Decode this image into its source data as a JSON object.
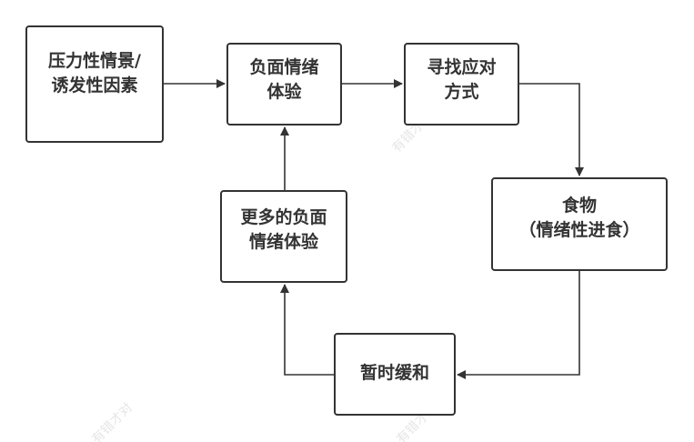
{
  "colors": {
    "stroke": "#333333",
    "text": "#333333",
    "background": "#ffffff"
  },
  "nodes": {
    "stress": {
      "lines": [
        "压力性情景/",
        "诱发性因素"
      ]
    },
    "negative": {
      "lines": [
        "负面情绪",
        "体验"
      ]
    },
    "coping": {
      "lines": [
        "寻找应对",
        "方式"
      ]
    },
    "food": {
      "lines": [
        "食物",
        "（情绪性进食）"
      ]
    },
    "relief": {
      "lines": [
        "暂时缓和"
      ]
    },
    "more_negative": {
      "lines": [
        "更多的负面",
        "情绪体验"
      ]
    }
  },
  "edges": [
    {
      "from": "stress",
      "to": "negative"
    },
    {
      "from": "negative",
      "to": "coping"
    },
    {
      "from": "coping",
      "to": "food"
    },
    {
      "from": "food",
      "to": "relief"
    },
    {
      "from": "relief",
      "to": "more_negative"
    },
    {
      "from": "more_negative",
      "to": "negative"
    }
  ],
  "watermark": "有错才对"
}
